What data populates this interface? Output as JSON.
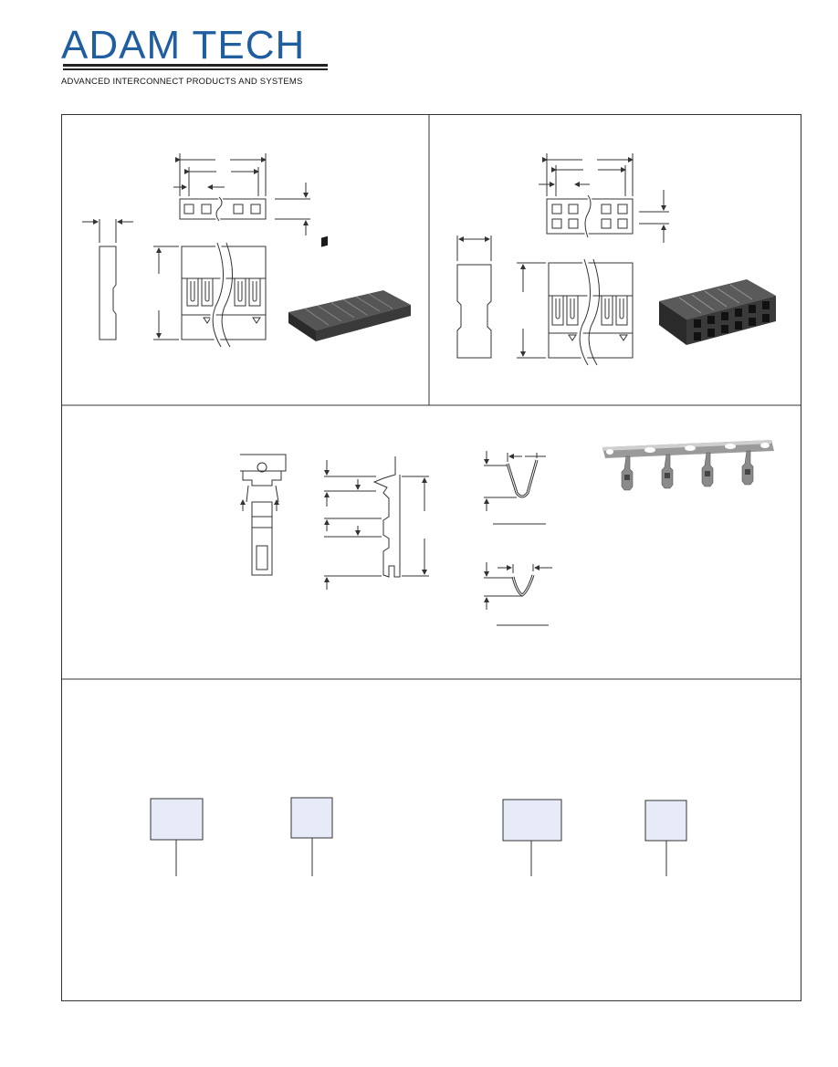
{
  "header": {
    "logo_text": "ADAM TECH",
    "tagline": "ADVANCED INTERCONNECT PRODUCTS AND SYSTEMS"
  },
  "colors": {
    "brand_blue": "#1f5fa0",
    "label_box_fill": "#e6ebf7",
    "housing_fill": "#3a3a3a",
    "line": "#333333"
  },
  "ordering_boxes": 4
}
